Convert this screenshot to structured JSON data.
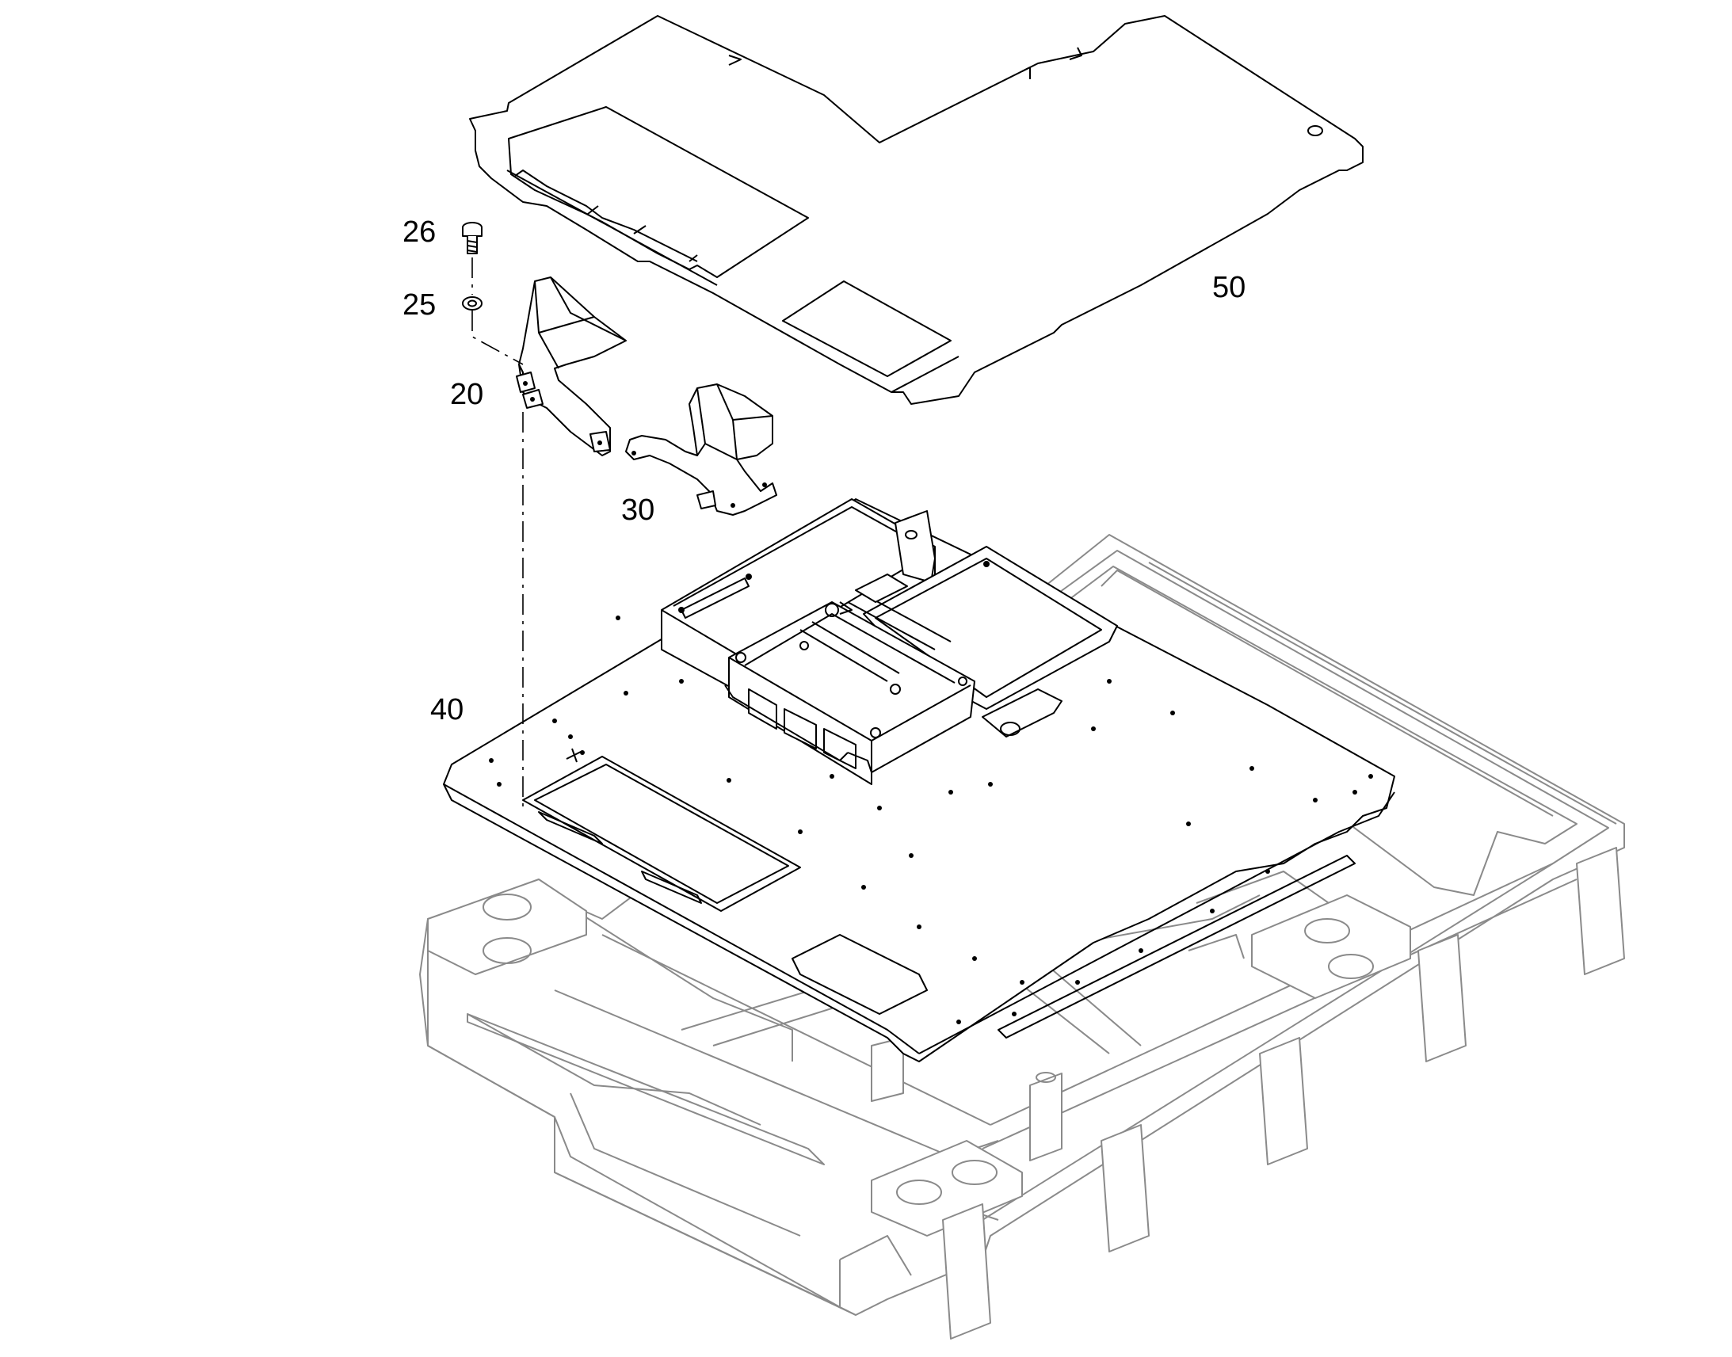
{
  "callouts": {
    "part_50": "50",
    "part_26": "26",
    "part_25": "25",
    "part_20": "20",
    "part_30": "30",
    "part_40": "40"
  },
  "colors": {
    "line": "#000000",
    "base_frame": "#8a8a8a",
    "background": "#ffffff"
  }
}
